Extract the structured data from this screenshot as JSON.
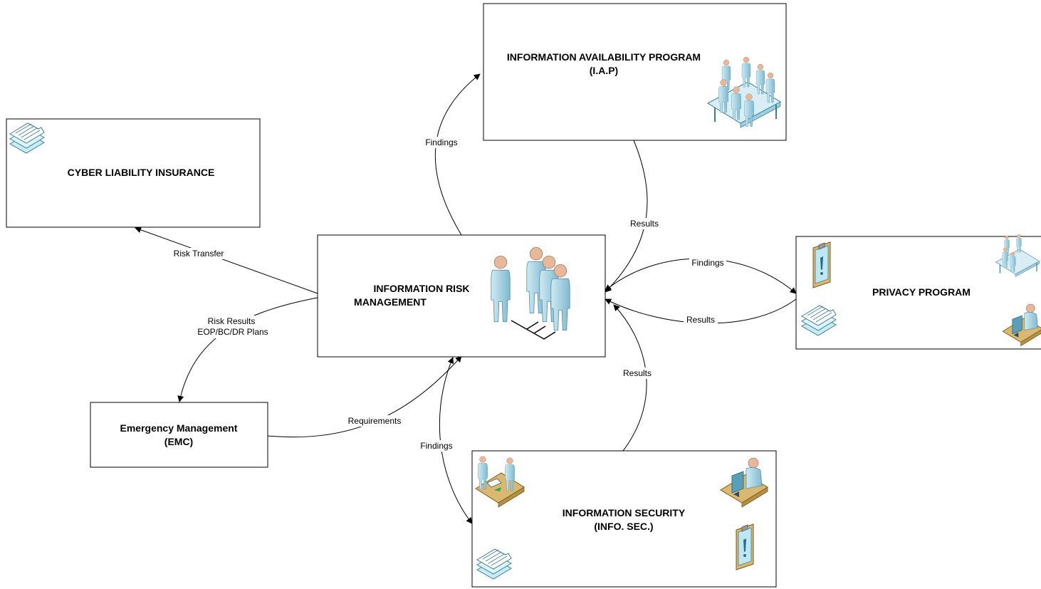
{
  "nodes": {
    "iap": {
      "line1": "INFORMATION AVAILABILITY PROGRAM",
      "line2": "(I.A.P)"
    },
    "cyber": {
      "line1": "CYBER LIABILITY INSURANCE"
    },
    "irm": {
      "line1": "INFORMATION RISK",
      "line2": "MANAGEMENT"
    },
    "privacy": {
      "line1": "PRIVACY PROGRAM"
    },
    "emc": {
      "line1": "Emergency Management",
      "line2": "(EMC)"
    },
    "infosec": {
      "line1": "INFORMATION SECURITY",
      "line2": "(INFO. SEC.)"
    }
  },
  "edges": {
    "findings_iap": "Findings",
    "results_iap": "Results",
    "risk_transfer": "Risk Transfer",
    "risk_results_1": "Risk Results",
    "risk_results_2": "EOP/BC/DR Plans",
    "findings_privacy": "Findings",
    "results_privacy": "Results",
    "results_infosec": "Results",
    "requirements": "Requirements",
    "findings_infosec": "Findings"
  },
  "icons": {
    "person": "person-icon",
    "meeting": "meeting-table-icon",
    "documents": "document-stack-icon",
    "clipboard": "clipboard-alert-icon",
    "desk_worker": "desk-worker-icon",
    "handoff": "desk-handoff-icon"
  },
  "colors": {
    "icon_fill": "#a8d8e8",
    "icon_dark": "#5a9fb8",
    "skin": "#e8b89a",
    "desk": "#d9b870",
    "stroke": "#000000"
  }
}
